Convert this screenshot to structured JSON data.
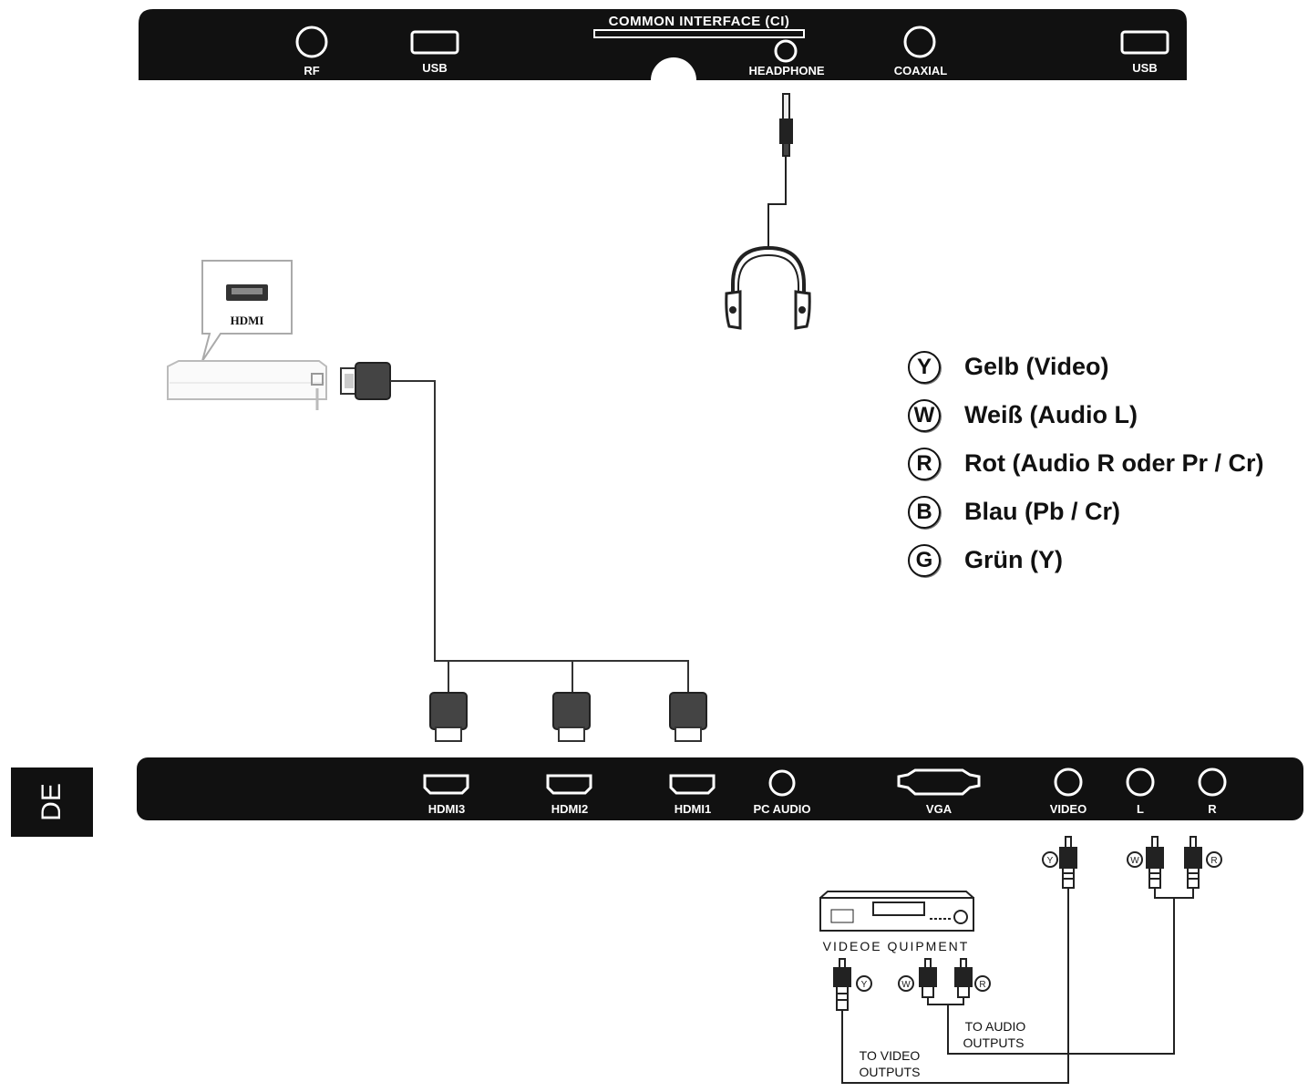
{
  "top_panel": {
    "ci_label": "COMMON INTERFACE (CI)",
    "ports": [
      "RF",
      "USB",
      "HEADPHONE",
      "COAXIAL",
      "USB"
    ]
  },
  "bottom_panel": {
    "ports": [
      "HDMI3",
      "HDMI2",
      "HDMI1",
      "PC AUDIO",
      "VGA",
      "VIDEO",
      "L",
      "R"
    ]
  },
  "hdmi_device": {
    "callout_label": "HDMI"
  },
  "video_equipment": {
    "label": "VIDEOE QUIPMENT",
    "video_out": [
      "TO VIDEO",
      "OUTPUTS"
    ],
    "audio_out": [
      "TO AUDIO",
      "OUTPUTS"
    ]
  },
  "plug_markers": [
    "Y",
    "W",
    "R"
  ],
  "legend": [
    {
      "letter": "Y",
      "text": "Gelb (Video)"
    },
    {
      "letter": "W",
      "text": "Weiß (Audio L)"
    },
    {
      "letter": "R",
      "text": "Rot (Audio R oder Pr / Cr)"
    },
    {
      "letter": "B",
      "text": "Blau (Pb / Cr)"
    },
    {
      "letter": "G",
      "text": "Grün (Y)"
    }
  ],
  "side_tab": "DE"
}
